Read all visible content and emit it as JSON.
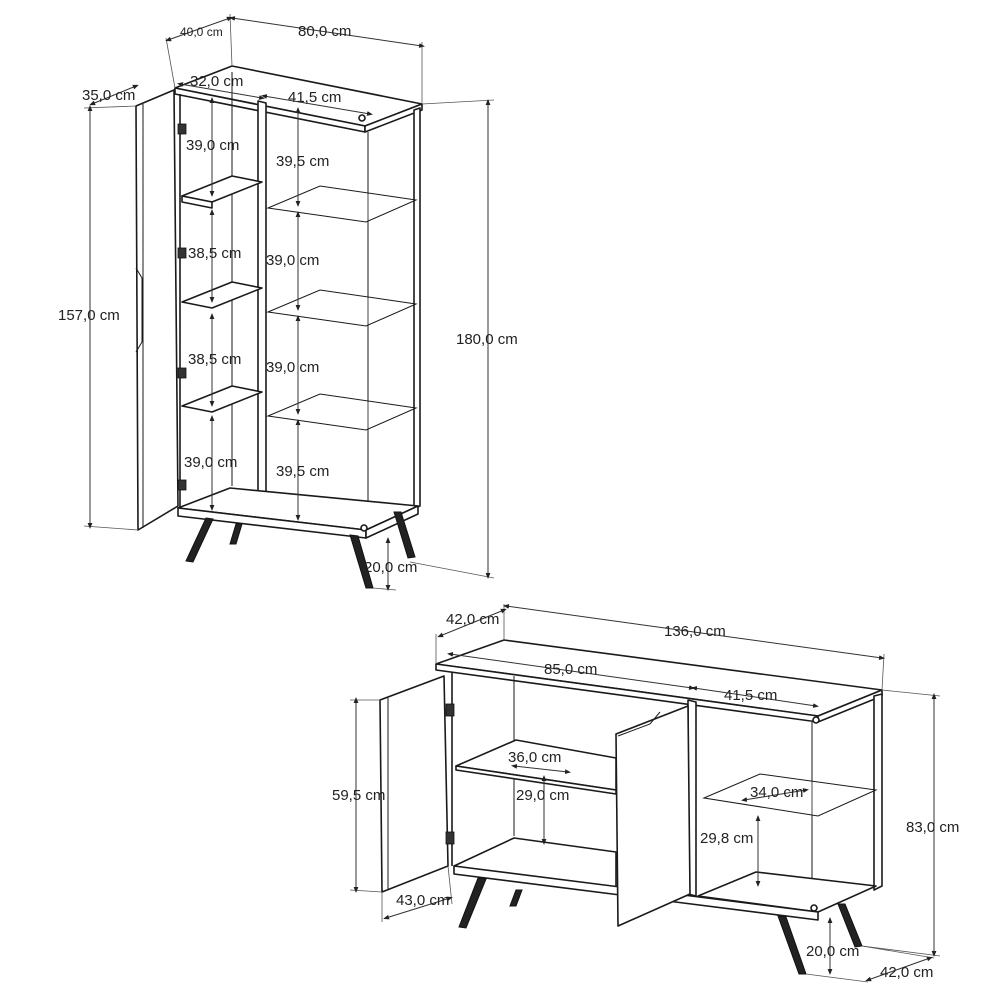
{
  "cabinet": {
    "dims": {
      "depth_top": "40,0 cm",
      "width": "80,0 cm",
      "left_width": "32,0 cm",
      "right_width": "41,5 cm",
      "door_depth": "35,0 cm",
      "door_height": "157,0 cm",
      "total_height": "180,0 cm",
      "leg_height": "20,0 cm",
      "left_shelf_1": "39,0 cm",
      "left_shelf_2": "38,5 cm",
      "left_shelf_3": "38,5 cm",
      "left_shelf_4": "39,0 cm",
      "right_shelf_1": "39,5 cm",
      "right_shelf_2": "39,0 cm",
      "right_shelf_3": "39,0 cm",
      "right_shelf_4": "39,5 cm"
    }
  },
  "sideboard": {
    "dims": {
      "depth_top": "42,0 cm",
      "width": "136,0 cm",
      "left_width": "85,0 cm",
      "right_width": "41,5 cm",
      "left_shelf_depth": "36,0 cm",
      "left_shelf_height": "29,0 cm",
      "right_shelf_depth": "34,0 cm",
      "right_shelf_height": "29,8 cm",
      "door_height": "59,5 cm",
      "door_depth": "43,0 cm",
      "total_height": "83,0 cm",
      "leg_height": "20,0 cm",
      "depth_bottom": "42,0 cm"
    }
  }
}
